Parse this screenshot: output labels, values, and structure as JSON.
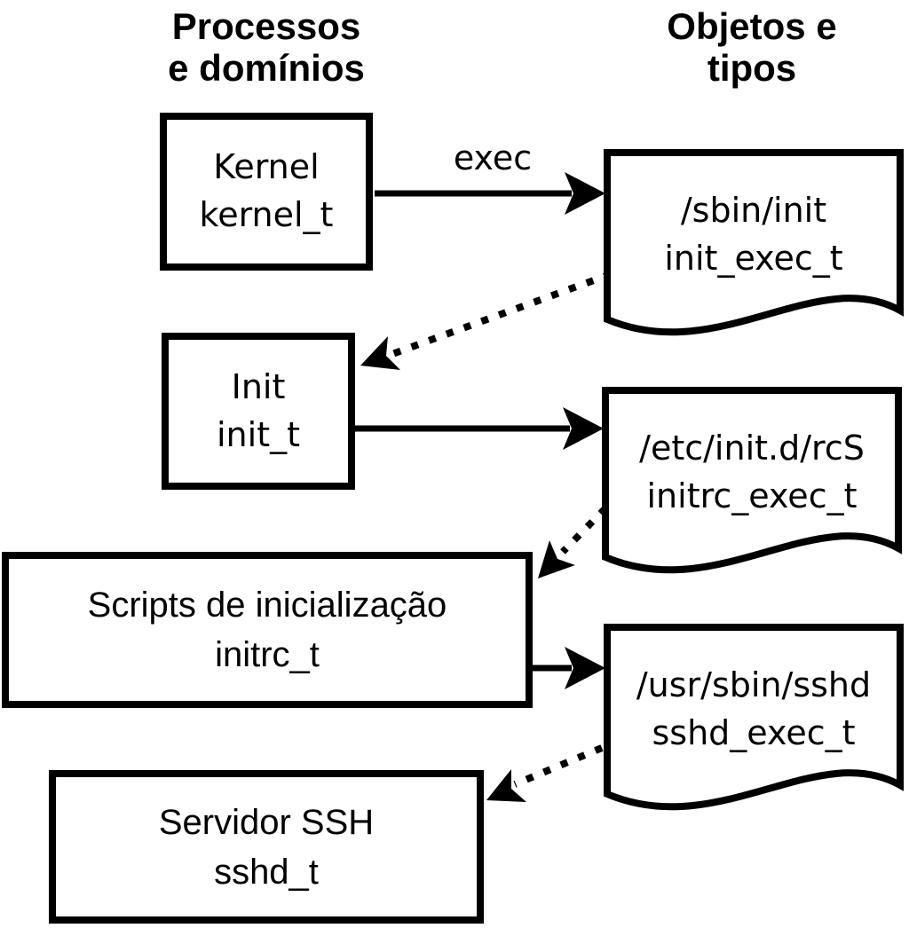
{
  "headers": {
    "left": "Processos\ne domínios",
    "right": "Objetos e\ntipos"
  },
  "processes": [
    {
      "id": "kernel",
      "label": "Kernel",
      "type": "kernel_t"
    },
    {
      "id": "init",
      "label": "Init",
      "type": "init_t"
    },
    {
      "id": "initrc",
      "label": "Scripts de inicialização",
      "type": "initrc_t"
    },
    {
      "id": "sshd",
      "label": "Servidor SSH",
      "type": "sshd_t"
    }
  ],
  "objects": [
    {
      "id": "init-exec",
      "path": "/sbin/init",
      "type": "init_exec_t"
    },
    {
      "id": "initrc-exec",
      "path": "/etc/init.d/rcS",
      "type": "initrc_exec_t"
    },
    {
      "id": "sshd-exec",
      "path": "/usr/sbin/sshd",
      "type": "sshd_exec_t"
    }
  ],
  "arrows": {
    "exec_label": "exec"
  },
  "colors": {
    "ink": "#000000",
    "paper": "#ffffff"
  }
}
